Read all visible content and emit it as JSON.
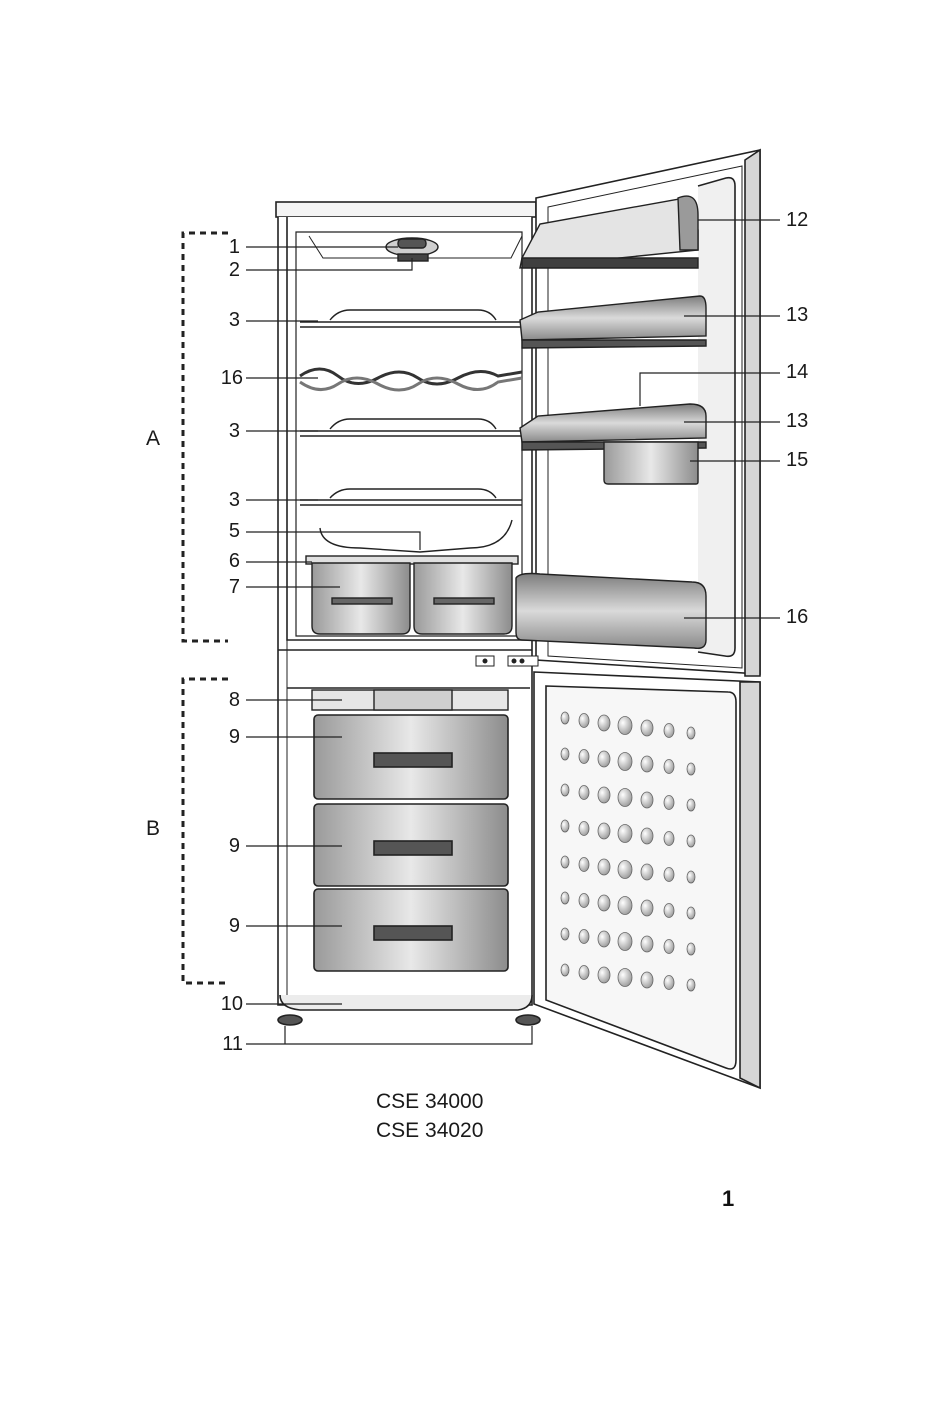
{
  "sections": {
    "fridge": "A",
    "freezer": "B"
  },
  "callouts_left": [
    "1",
    "2",
    "3",
    "16",
    "3",
    "3",
    "5",
    "6",
    "7",
    "8",
    "9",
    "9",
    "9",
    "10",
    "11"
  ],
  "callouts_right": [
    "12",
    "13",
    "14",
    "13",
    "15",
    "16"
  ],
  "models": [
    "CSE 34000",
    "CSE 34020"
  ],
  "page_number": "1"
}
